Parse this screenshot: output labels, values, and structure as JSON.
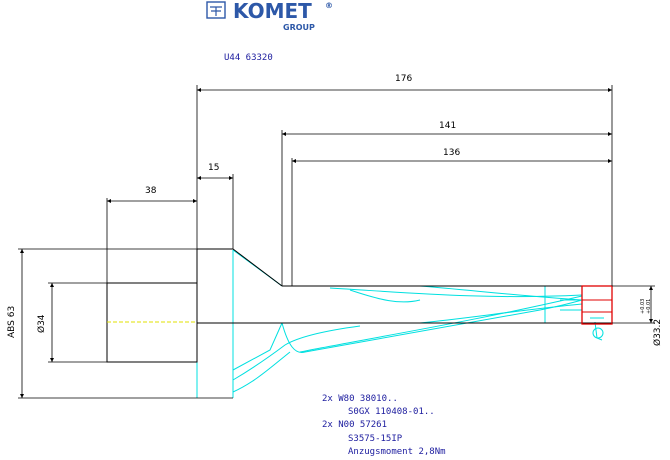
{
  "logo": {
    "brand": "KOMET",
    "registered": "®",
    "group": "GROUP"
  },
  "part_number": "U44 63320",
  "dimensions": {
    "d176": "176",
    "d141": "141",
    "d136": "136",
    "d38": "38",
    "d15": "15",
    "abs": "ABS 63",
    "dia34": "Ø34",
    "dia33": "Ø33.2",
    "tol_upper": "+0.03",
    "tol_lower": "+0.01"
  },
  "parts_list": [
    "2x W80 38010..",
    "S0GX 110408-01..",
    "2x N00 57261",
    "S3575-15IP",
    "Anzugsmoment 2,8Nm"
  ],
  "colors": {
    "outline": "#000000",
    "hidden": "#00e0e0",
    "logo": "#2d58a8",
    "text": "#2020a0",
    "highlight": "#e00000",
    "centerline": "#e0e000"
  }
}
